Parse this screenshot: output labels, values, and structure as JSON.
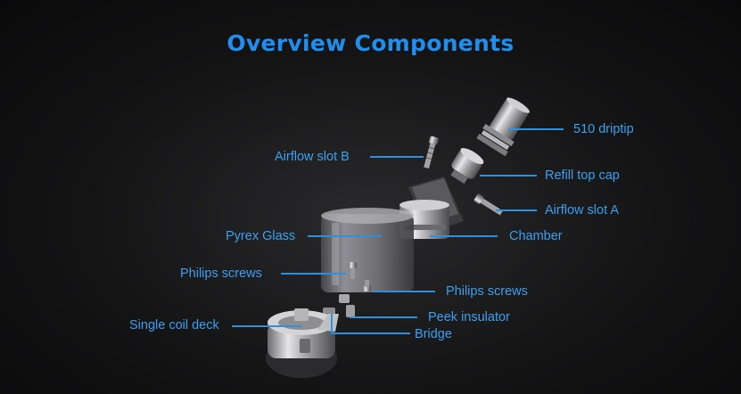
{
  "title": "Overview Components",
  "colors": {
    "accent": "#1e8fef",
    "label": "#3aa0f2",
    "leader": "#2f8fe0",
    "background": "#111112"
  },
  "labels": {
    "driptip": "510 driptip",
    "airflow_b": "Airflow  slot B",
    "refill_cap": "Refill  top cap",
    "airflow_a": "Airflow  slot A",
    "pyrex": "Pyrex Glass",
    "chamber": "Chamber",
    "philips_left": "Philips screws",
    "philips_right": "Philips screws",
    "single_coil": "Single coil deck",
    "peek": "Peek insulator",
    "bridge": "Bridge"
  }
}
